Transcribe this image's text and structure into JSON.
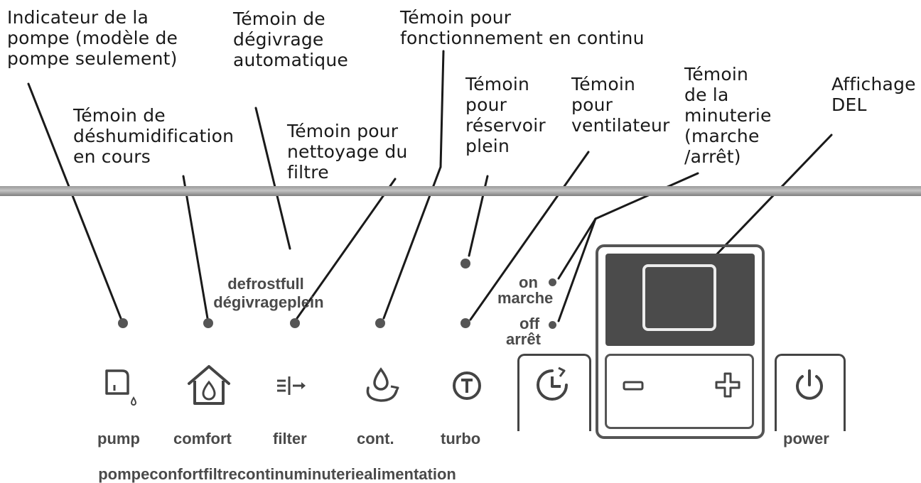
{
  "annotations": {
    "pump_indicator": "Indicateur de la\npompe (modèle de\npompe seulement)",
    "defrost_indicator": "Témoin de\ndégivrage\nautomatique",
    "continuous_indicator": "Témoin pour\nfonctionnement en continu",
    "dehumidify_indicator": "Témoin de\ndéshumidification\nen cours",
    "filter_indicator": "Témoin pour\nnettoyage du\nfiltre",
    "tank_full_indicator": "Témoin\npour\nréservoir\nplein",
    "fan_indicator": "Témoin\npour\nventilateur",
    "timer_indicator": "Témoin\nde la\nminuterie\n(marche\n/arrêt)",
    "led_display": "Affichage\nDEL"
  },
  "panel": {
    "defrost_label": "defrost",
    "defrost_label_fr": "dégivrage",
    "full_label": "full",
    "full_label_fr": "plein",
    "on_label": "on",
    "on_label_fr": "marche",
    "off_label": "off",
    "off_label_fr": "arrêt",
    "buttons": {
      "pump": "pump",
      "pump_fr": "pompe",
      "comfort": "comfort",
      "comfort_fr": "confort",
      "filter": "filter",
      "filter_fr": "filtre",
      "cont": "cont.",
      "cont_fr": "continu",
      "turbo": "turbo",
      "timer_fr": "minuterie",
      "power": "power",
      "power_fr": "alimentation"
    }
  },
  "icons": {
    "pump": "pump-icon",
    "comfort": "house-drop-icon",
    "filter": "filter-icon",
    "cont": "drop-circular-icon",
    "turbo": "turbo-t-icon",
    "timer": "timer-icon",
    "minus": "minus-icon",
    "plus": "plus-icon",
    "power": "power-icon"
  }
}
